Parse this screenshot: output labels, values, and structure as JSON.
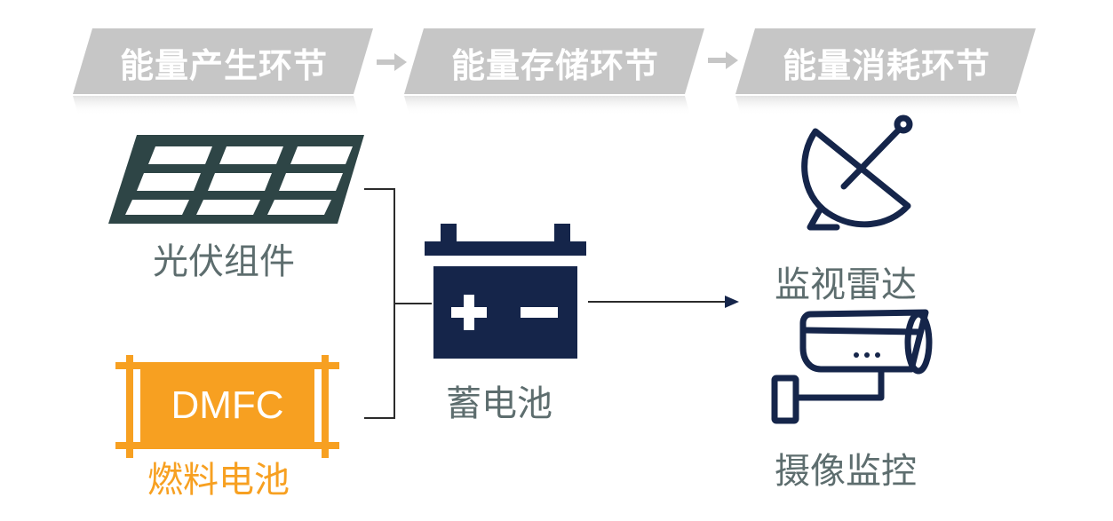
{
  "stages": [
    {
      "label": "能量产生环节"
    },
    {
      "label": "能量存储环节"
    },
    {
      "label": "能量消耗环节"
    }
  ],
  "generation": {
    "solar": {
      "label": "光伏组件",
      "icon": "solar-panel-icon"
    },
    "fuel_cell": {
      "label": "燃料电池",
      "icon_text": "DMFC",
      "icon": "fuel-cell-icon"
    }
  },
  "storage": {
    "label": "蓄电池",
    "icon": "battery-icon"
  },
  "consumption": {
    "radar": {
      "label": "监视雷达",
      "icon": "satellite-dish-icon"
    },
    "camera": {
      "label": "摄像监控",
      "icon": "security-camera-icon"
    }
  },
  "colors": {
    "banner": "#c6c6c6",
    "navy": "#15254a",
    "panel": "#2e4546",
    "orange": "#f7a021",
    "text_gray": "#5d6d6e",
    "connector": "#2b2b2b"
  }
}
